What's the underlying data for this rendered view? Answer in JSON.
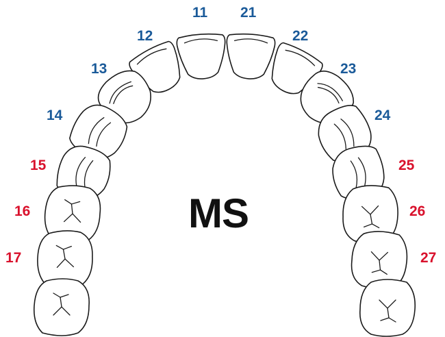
{
  "center_label": "MS",
  "colors": {
    "upper_anterior": "#1a5a99",
    "posterior": "#d9112c",
    "outline": "#1a1a1a"
  },
  "teeth": [
    {
      "number": "11",
      "type": "incisor",
      "color": "#1a5a99"
    },
    {
      "number": "21",
      "type": "incisor",
      "color": "#1a5a99"
    },
    {
      "number": "12",
      "type": "incisor",
      "color": "#1a5a99"
    },
    {
      "number": "22",
      "type": "incisor",
      "color": "#1a5a99"
    },
    {
      "number": "13",
      "type": "canine",
      "color": "#1a5a99"
    },
    {
      "number": "23",
      "type": "canine",
      "color": "#1a5a99"
    },
    {
      "number": "14",
      "type": "premolar",
      "color": "#1a5a99"
    },
    {
      "number": "24",
      "type": "premolar",
      "color": "#1a5a99"
    },
    {
      "number": "15",
      "type": "premolar",
      "color": "#d9112c"
    },
    {
      "number": "25",
      "type": "premolar",
      "color": "#d9112c"
    },
    {
      "number": "16",
      "type": "molar",
      "color": "#d9112c"
    },
    {
      "number": "26",
      "type": "molar",
      "color": "#d9112c"
    },
    {
      "number": "17",
      "type": "molar",
      "color": "#d9112c"
    },
    {
      "number": "27",
      "type": "molar",
      "color": "#d9112c"
    }
  ]
}
